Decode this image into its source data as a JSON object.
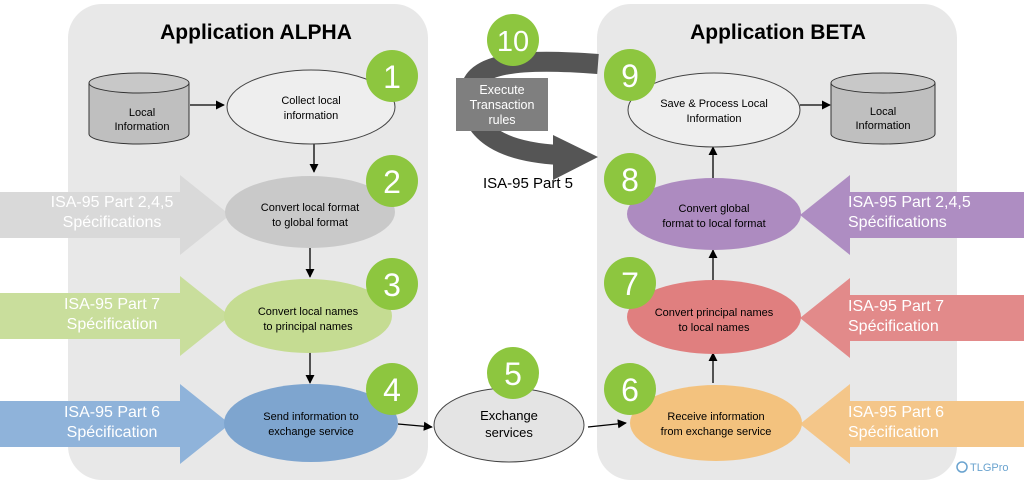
{
  "alpha": {
    "title": "Application ALPHA",
    "db_label": [
      "Local",
      "Information"
    ],
    "steps": [
      {
        "num": "1",
        "lines": [
          "Collect local",
          "information"
        ],
        "fill": "#eeeeee"
      },
      {
        "num": "2",
        "lines": [
          "Convert local format",
          "to global format"
        ],
        "fill": "#c9c9c9"
      },
      {
        "num": "3",
        "lines": [
          "Convert local names",
          "to principal names"
        ],
        "fill": "#c5dc92"
      },
      {
        "num": "4",
        "lines": [
          "Send information to",
          "exchange service"
        ],
        "fill": "#7ea5cf"
      }
    ],
    "specs": [
      {
        "lines": [
          "ISA-95 Part 2,4,5",
          "Spécifications"
        ],
        "color": "#d9d9d9"
      },
      {
        "lines": [
          "ISA-95 Part 7",
          "Spécification"
        ],
        "color": "#c9de9c"
      },
      {
        "lines": [
          "ISA-95 Part 6",
          "Spécification"
        ],
        "color": "#8fb3da"
      }
    ]
  },
  "beta": {
    "title": "Application BETA",
    "db_label": [
      "Local",
      "Information"
    ],
    "steps": [
      {
        "num": "9",
        "lines": [
          "Save & Process Local",
          "Information"
        ],
        "fill": "#eeeeee"
      },
      {
        "num": "8",
        "lines": [
          "Convert global",
          "format to local format"
        ],
        "fill": "#ad8bc0"
      },
      {
        "num": "7",
        "lines": [
          "Convert principal names",
          "to local names"
        ],
        "fill": "#e07f7f"
      },
      {
        "num": "6",
        "lines": [
          "Receive information",
          "from exchange service"
        ],
        "fill": "#f3c27e"
      }
    ],
    "specs": [
      {
        "lines": [
          "ISA-95 Part 2,4,5",
          "Spécifications"
        ],
        "color": "#ae8dc2"
      },
      {
        "lines": [
          "ISA-95 Part 7",
          "Spécification"
        ],
        "color": "#e28a8a"
      },
      {
        "lines": [
          "ISA-95 Part 6",
          "Spécification"
        ],
        "color": "#f4c689"
      }
    ]
  },
  "exchange": {
    "num": "5",
    "lines": [
      "Exchange",
      "services"
    ]
  },
  "transaction": {
    "num": "10",
    "box_lines": [
      "Execute",
      "Transaction",
      "rules"
    ],
    "caption": "ISA-95 Part 5"
  },
  "logo": "TLGPro",
  "colors": {
    "badge": "#8dc63f",
    "panel": "#e8e8e8",
    "arrow_dark": "#555555",
    "box": "#7f7f7f"
  }
}
